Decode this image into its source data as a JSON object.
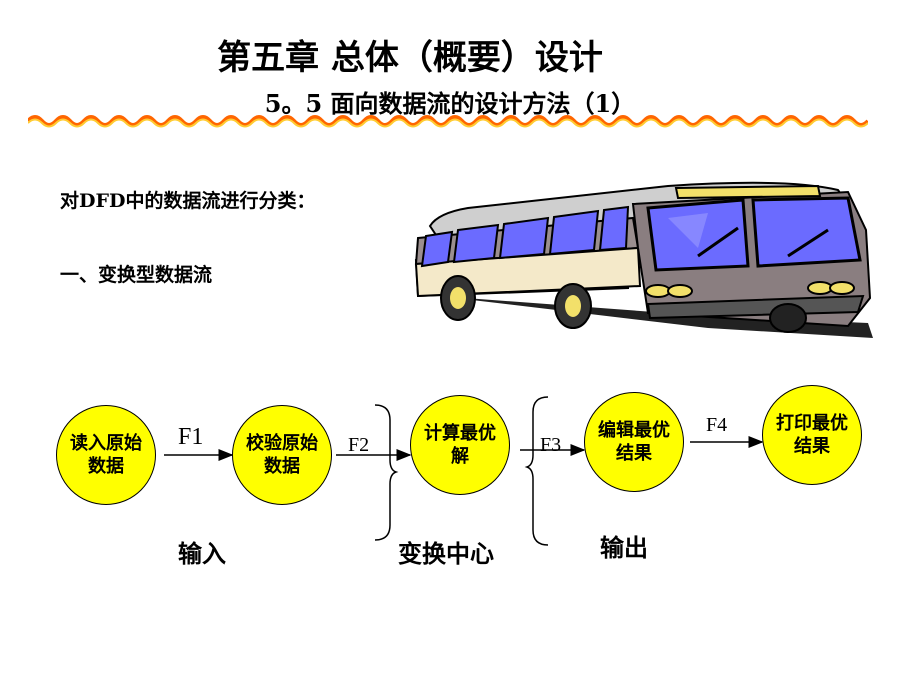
{
  "header": {
    "title": "第五章 总体（概要）设计",
    "subtitle": "5。5 面向数据流的设计方法（1）"
  },
  "body": {
    "intro": "对DFD中的数据流进行分类：",
    "category": "一、变换型数据流"
  },
  "diagram": {
    "nodes": [
      {
        "label": "读入原始数据"
      },
      {
        "label": "校验原始数据"
      },
      {
        "label": "计算最优解"
      },
      {
        "label": "编辑最优结果"
      },
      {
        "label": "打印最优结果"
      }
    ],
    "flows": [
      "F1",
      "F2",
      "F3",
      "F4"
    ],
    "sections": [
      "输入",
      "变换中心",
      "输出"
    ]
  },
  "colors": {
    "node_fill": "#ffff00",
    "wave": "#ff6600",
    "bus_body": "#8a7e80",
    "bus_window": "#6b6bff"
  }
}
